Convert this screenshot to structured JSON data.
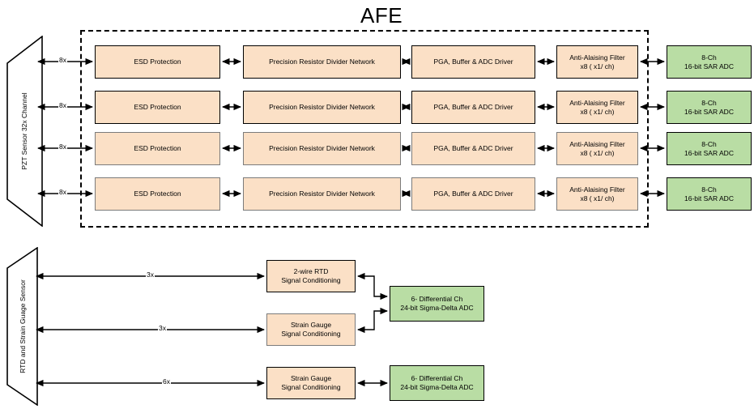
{
  "diagram": {
    "title": "AFE",
    "sensors": [
      {
        "id": "pzt",
        "label": "PZT Sensor 32x Channel"
      },
      {
        "id": "rtd",
        "label": "RTD and Strain Guage Sensor"
      }
    ],
    "afe_chain_rows": [
      {
        "row": 1,
        "fanout_label": "8x",
        "stages": [
          {
            "name": "esd-protection",
            "lines": [
              "ESD Protection"
            ]
          },
          {
            "name": "precision-resistor-divider-network",
            "lines": [
              "Precision Resistor Divider Network"
            ]
          },
          {
            "name": "pga-buffer-adc-driver",
            "lines": [
              "PGA, Buffer & ADC Driver"
            ]
          },
          {
            "name": "anti-aliasing-filter",
            "lines": [
              "Anti-Alaising Filter",
              "x8 ( x1/ ch)"
            ]
          }
        ],
        "adc": {
          "name": "sar-adc",
          "lines": [
            "8-Ch",
            "16-bit SAR ADC"
          ]
        }
      },
      {
        "row": 2,
        "fanout_label": "8x",
        "stages": [
          {
            "name": "esd-protection",
            "lines": [
              "ESD Protection"
            ]
          },
          {
            "name": "precision-resistor-divider-network",
            "lines": [
              "Precision Resistor Divider Network"
            ]
          },
          {
            "name": "pga-buffer-adc-driver",
            "lines": [
              "PGA, Buffer & ADC Driver"
            ]
          },
          {
            "name": "anti-aliasing-filter",
            "lines": [
              "Anti-Alaising Filter",
              "x8 ( x1/ ch)"
            ]
          }
        ],
        "adc": {
          "name": "sar-adc",
          "lines": [
            "8-Ch",
            "16-bit SAR ADC"
          ]
        }
      },
      {
        "row": 3,
        "fanout_label": "8x",
        "stages": [
          {
            "name": "esd-protection",
            "lines": [
              "ESD Protection"
            ]
          },
          {
            "name": "precision-resistor-divider-network",
            "lines": [
              "Precision Resistor Divider Network"
            ]
          },
          {
            "name": "pga-buffer-adc-driver",
            "lines": [
              "PGA, Buffer & ADC Driver"
            ]
          },
          {
            "name": "anti-aliasing-filter",
            "lines": [
              "Anti-Alaising Filter",
              "x8 ( x1/ ch)"
            ]
          }
        ],
        "adc": {
          "name": "sar-adc",
          "lines": [
            "8-Ch",
            "16-bit SAR ADC"
          ]
        }
      },
      {
        "row": 4,
        "fanout_label": "8x",
        "stages": [
          {
            "name": "esd-protection",
            "lines": [
              "ESD Protection"
            ]
          },
          {
            "name": "precision-resistor-divider-network",
            "lines": [
              "Precision Resistor Divider Network"
            ]
          },
          {
            "name": "pga-buffer-adc-driver",
            "lines": [
              "PGA, Buffer & ADC Driver"
            ]
          },
          {
            "name": "anti-aliasing-filter",
            "lines": [
              "Anti-Alaising Filter",
              "x8 ( x1/ ch)"
            ]
          }
        ],
        "adc": {
          "name": "sar-adc",
          "lines": [
            "8-Ch",
            "16-bit SAR ADC"
          ]
        }
      }
    ],
    "sensor_rows": [
      {
        "row": 1,
        "fanout_label": "3x",
        "conditioning": {
          "name": "2-wire-rtd-signal-conditioning",
          "lines": [
            "2-wire RTD",
            "Signal Conditioning"
          ]
        }
      },
      {
        "row": 2,
        "fanout_label": "3x",
        "conditioning": {
          "name": "strain-gauge-signal-conditioning",
          "lines": [
            "Strain Gauge",
            "Signal Conditioning"
          ]
        }
      },
      {
        "row": 3,
        "fanout_label": "6x",
        "conditioning": {
          "name": "strain-gauge-signal-conditioning",
          "lines": [
            "Strain Gauge",
            "Signal Conditioning"
          ]
        }
      }
    ],
    "sigma_delta_adcs": [
      {
        "name": "sigma-delta-adc-shared",
        "lines": [
          "6- Differential Ch",
          "24-bit Sigma-Delta ADC"
        ]
      },
      {
        "name": "sigma-delta-adc-lower",
        "lines": [
          "6- Differential Ch",
          "24-bit Sigma-Delta ADC"
        ]
      }
    ],
    "colors": {
      "analog_block_fill": "#fbe0c6",
      "adc_block_fill": "#b9dda4",
      "block_stroke_dark": "#000000",
      "block_stroke_gray": "#7b7b7b",
      "background": "#ffffff"
    }
  }
}
